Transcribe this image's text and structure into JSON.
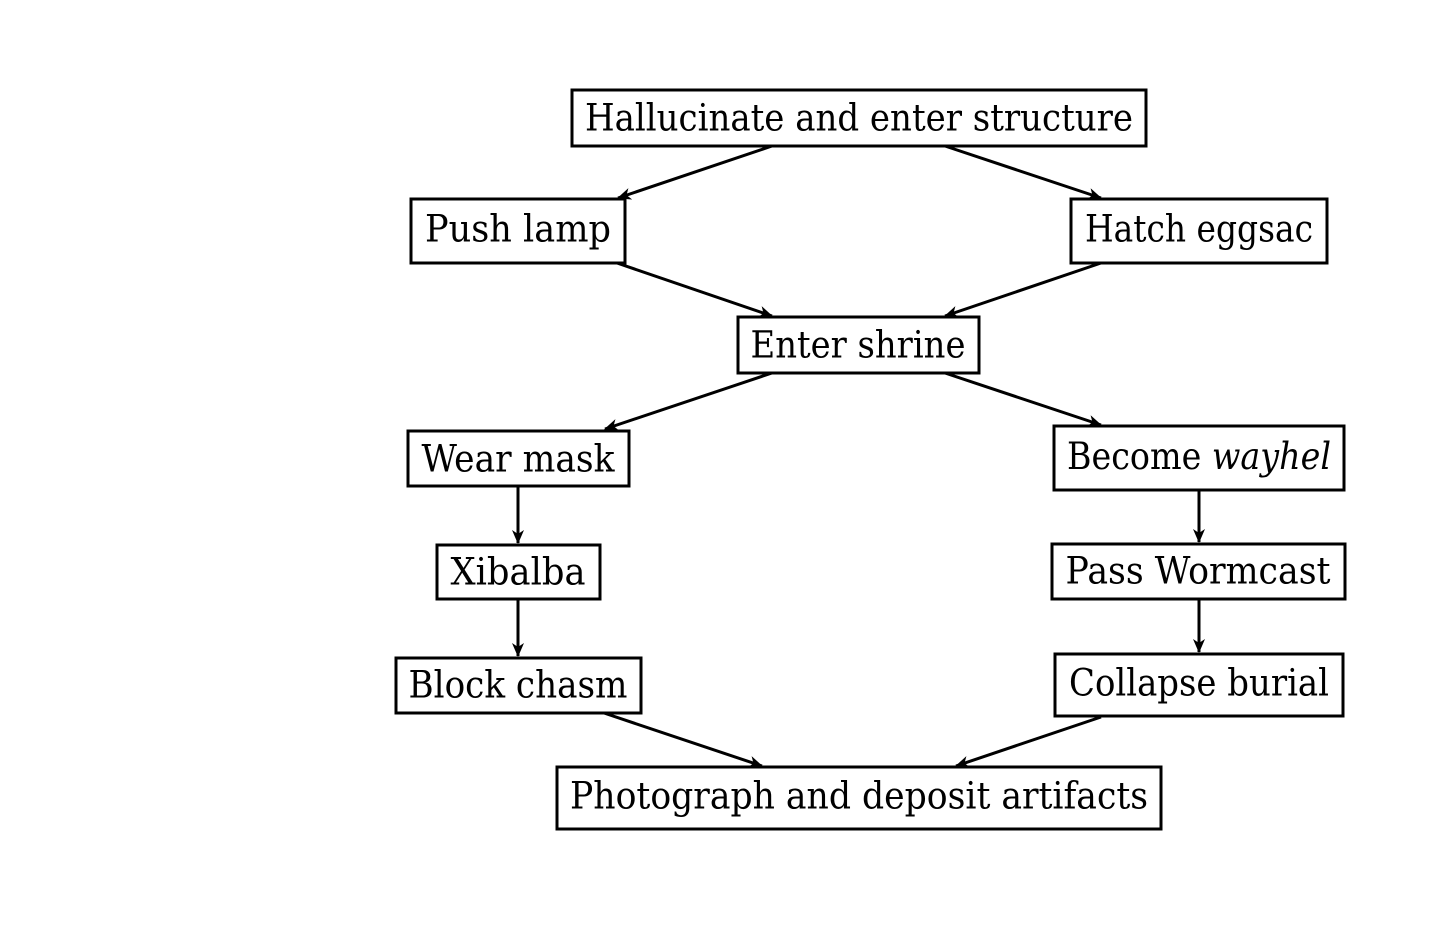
{
  "nodes": {
    "hallucinate": {
      "label": "Hallucinate and enter structure"
    },
    "push_lamp": {
      "label": "Push lamp"
    },
    "hatch_eggsac": {
      "label": "Hatch eggsac"
    },
    "enter_shrine": {
      "label": "Enter shrine"
    },
    "wear_mask": {
      "label": "Wear mask"
    },
    "become_wayhel": {
      "label": "Become ",
      "label_italic": "wayhel"
    },
    "xibalba": {
      "label": "Xibalba"
    },
    "pass_wormcast": {
      "label": "Pass Wormcast"
    },
    "block_chasm": {
      "label": "Block chasm"
    },
    "collapse_burial": {
      "label": "Collapse burial"
    },
    "photograph": {
      "label": "Photograph and deposit artifacts"
    }
  },
  "edges": [
    {
      "from": "hallucinate",
      "to": "push_lamp"
    },
    {
      "from": "hallucinate",
      "to": "hatch_eggsac"
    },
    {
      "from": "push_lamp",
      "to": "enter_shrine"
    },
    {
      "from": "hatch_eggsac",
      "to": "enter_shrine"
    },
    {
      "from": "enter_shrine",
      "to": "wear_mask"
    },
    {
      "from": "enter_shrine",
      "to": "become_wayhel"
    },
    {
      "from": "wear_mask",
      "to": "xibalba"
    },
    {
      "from": "xibalba",
      "to": "block_chasm"
    },
    {
      "from": "become_wayhel",
      "to": "pass_wormcast"
    },
    {
      "from": "pass_wormcast",
      "to": "collapse_burial"
    },
    {
      "from": "block_chasm",
      "to": "photograph"
    },
    {
      "from": "collapse_burial",
      "to": "photograph"
    }
  ]
}
